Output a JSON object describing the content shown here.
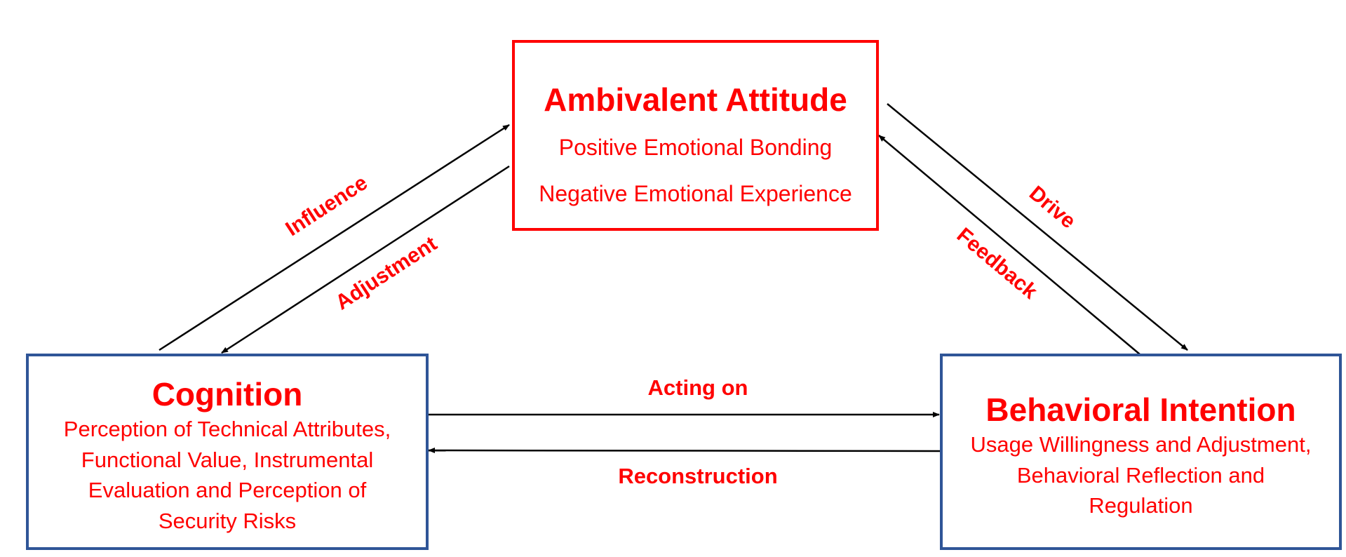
{
  "attitude": {
    "title": "Ambivalent Attitude",
    "lines": [
      "Positive Emotional Bonding",
      "Negative Emotional Experience"
    ]
  },
  "cognition": {
    "title": "Cognition",
    "lines": [
      "Perception of Technical Attributes,",
      "Functional Value, Instrumental",
      "Evaluation and Perception of",
      "Security Risks"
    ]
  },
  "intention": {
    "title": "Behavioral Intention",
    "lines": [
      "Usage Willingness and Adjustment,",
      "Behavioral Reflection and",
      "Regulation"
    ]
  },
  "arrows": {
    "influence": "Influence",
    "adjustment": "Adjustment",
    "drive": "Drive",
    "feedback": "Feedback",
    "acting_on": "Acting on",
    "reconstruction": "Reconstruction"
  },
  "colors": {
    "text": "#ff0000",
    "attitude_border": "#ff0000",
    "box_border": "#2f5597",
    "arrow": "#000000"
  }
}
